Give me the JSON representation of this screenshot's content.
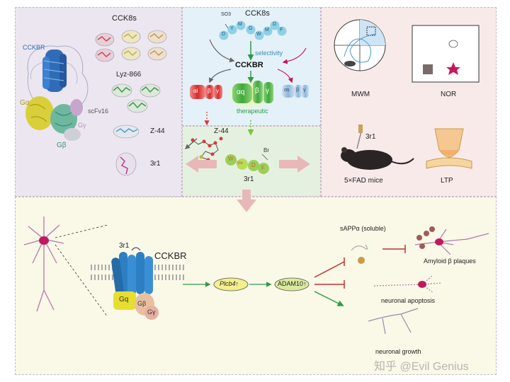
{
  "structure_panel": {
    "cck8s_label": "CCK8s",
    "cckbr_label": "CCKBR",
    "lyz_label": "Lyz-866",
    "galpha_label": "Gα",
    "gbeta_label": "Gβ",
    "ggamma_label": "Gγ",
    "scfv_label": "scFv16",
    "z44_label": "Z-44",
    "r31_label": "3r1"
  },
  "signaling_panel": {
    "cck8s_label": "CCK8s",
    "so3_label": "SO3",
    "peptide_letters": [
      "D",
      "Y",
      "M",
      "G",
      "W",
      "M",
      "D",
      "F"
    ],
    "selectivity_label": "selectivity",
    "cckbr_label": "CCKBR",
    "gi_alpha": "αi",
    "gi_beta": "β",
    "gi_gamma": "γ",
    "gq_alpha": "αq",
    "gq_beta": "β",
    "gq_gamma": "γ",
    "gs_alpha": "αs",
    "gs_beta": "β",
    "gs_gamma": "γ",
    "therapeutic_label": "therapeutic",
    "z44_label": "Z-44",
    "r31_label": "3r1",
    "br_label": "Br",
    "r31_letters": [
      "W",
      "Nle",
      "D",
      "F"
    ]
  },
  "mouse_panel": {
    "mwm_label": "MWM",
    "nor_label": "NOR",
    "r31_label": "3r1",
    "fad_label": "5×FAD mice",
    "ltp_label": "LTP"
  },
  "mechanism_panel": {
    "r31_label": "3r1",
    "cckbr_label": "CCKBR",
    "gq_label": "Gq",
    "gb_label": "Gβ",
    "gy_label": "Gγ",
    "plcb4_label": "Plcb4",
    "adam10_label": "ADAM10",
    "up_arrow": "↑",
    "sappa_label": "sAPPα (soluble)",
    "amyloid_label": "Amyloid β plaques",
    "apoptosis_label": "neuronal apoptosis",
    "growth_label": "neuronal growth"
  },
  "watermark": "知乎 @Evil Genius",
  "colors": {
    "panel_left_bg": "#ece6f0",
    "panel_mid_top_bg": "#e4f1f8",
    "panel_mid_bottom_bg": "#e5f1e0",
    "panel_right_bg": "#f9eaea",
    "panel_bottom_bg": "#faf8e7",
    "big_arrow": "#e8b8b8",
    "gq_green": "#4fb848",
    "gi_red": "#d93a3a",
    "gs_blue": "#8eb6dc",
    "peptide_blue": "#8fd0e6",
    "receptor_blue": "#2d7fc4",
    "gq_yellow": "#e8de30",
    "inhibit_red": "#c23030",
    "activate_green": "#2f9a4a"
  }
}
